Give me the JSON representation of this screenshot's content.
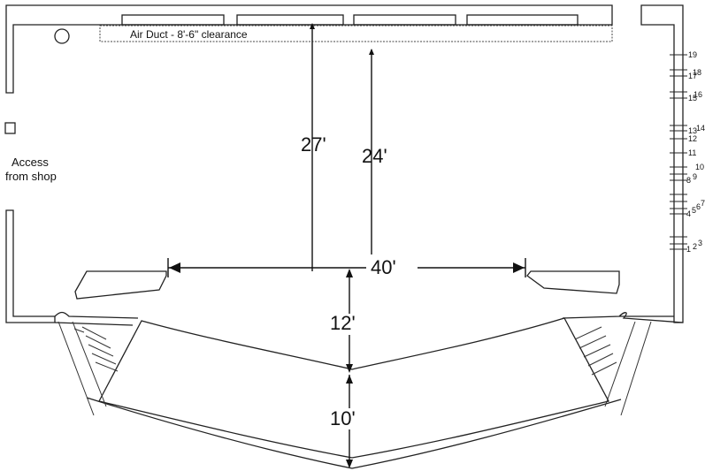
{
  "labels": {
    "air_duct": "Air Duct - 8'-6\" clearance",
    "access_line1": "Access",
    "access_line2": "from shop"
  },
  "dimensions": {
    "height_to_duct": "27'",
    "height_under_duct": "24'",
    "proscenium_width": "40'",
    "apron_depth": "12'",
    "pit_depth": "10'"
  },
  "line_set_numbers": [
    "1",
    "2",
    "3",
    "4",
    "5",
    "6",
    "7",
    "8",
    "9",
    "10",
    "11",
    "12",
    "13",
    "14",
    "15",
    "16",
    "17",
    "18",
    "19"
  ]
}
